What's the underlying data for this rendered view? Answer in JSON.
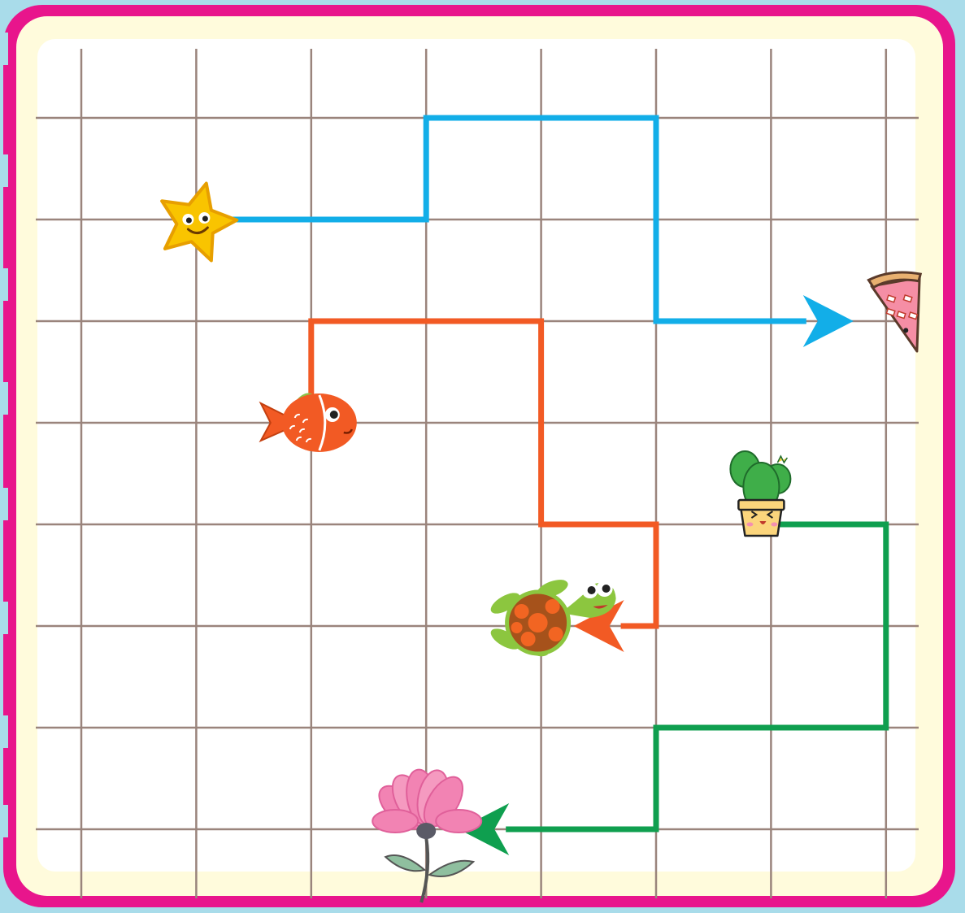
{
  "colors": {
    "background": "#a9dcea",
    "frame": "#e8158c",
    "board": "#fffbdc",
    "grid_panel": "#ffffff",
    "grid_line": "#9a847c",
    "path_blue": "#12aee8",
    "path_orange": "#f25a24",
    "path_green": "#0f9f4f"
  },
  "grid": {
    "columns": 7,
    "rows": 7
  },
  "items": [
    {
      "id": "starfish",
      "icon": "starfish-icon",
      "cell": [
        1,
        2
      ]
    },
    {
      "id": "pizza",
      "icon": "pizza-slice-icon",
      "cell": [
        7,
        3
      ]
    },
    {
      "id": "fish",
      "icon": "fish-icon",
      "cell": [
        2,
        4
      ]
    },
    {
      "id": "cactus",
      "icon": "cactus-pot-icon",
      "cell": [
        6,
        5
      ]
    },
    {
      "id": "turtle",
      "icon": "turtle-icon",
      "cell": [
        4,
        6
      ]
    },
    {
      "id": "flower",
      "icon": "flower-icon",
      "cell": [
        3,
        8
      ]
    }
  ],
  "paths": [
    {
      "id": "blue-path",
      "color": "#12aee8",
      "from": "starfish",
      "to": "pizza",
      "points": [
        [
          1,
          2
        ],
        [
          3,
          2
        ],
        [
          3,
          1
        ],
        [
          5,
          1
        ],
        [
          5,
          3
        ],
        [
          7,
          3
        ]
      ]
    },
    {
      "id": "orange-path",
      "color": "#f25a24",
      "from": "fish",
      "to": "turtle",
      "points": [
        [
          2,
          4
        ],
        [
          2,
          3
        ],
        [
          4,
          3
        ],
        [
          4,
          5
        ],
        [
          5,
          5
        ],
        [
          5,
          6
        ],
        [
          4,
          6
        ]
      ]
    },
    {
      "id": "green-path",
      "color": "#0f9f4f",
      "from": "cactus",
      "to": "flower",
      "points": [
        [
          6,
          5
        ],
        [
          7,
          5
        ],
        [
          7,
          7
        ],
        [
          5,
          7
        ],
        [
          5,
          8
        ],
        [
          3,
          8
        ]
      ]
    }
  ]
}
